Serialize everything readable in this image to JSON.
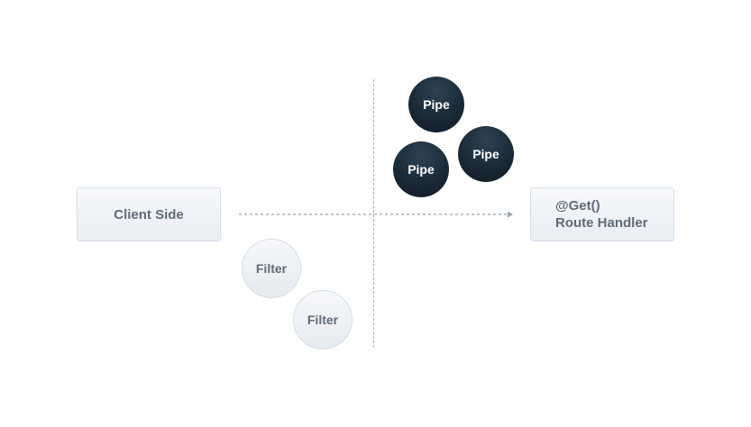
{
  "client_box": {
    "label": "Client Side"
  },
  "handler_box": {
    "decorator": "@Get()",
    "label": "Route Handler"
  },
  "pipes": [
    {
      "label": "Pipe"
    },
    {
      "label": "Pipe"
    },
    {
      "label": "Pipe"
    }
  ],
  "filters": [
    {
      "label": "Filter"
    },
    {
      "label": "Filter"
    }
  ],
  "colors": {
    "pipe_fill": "#1a2a37",
    "box_border": "#d5dde6",
    "box_text": "#5f6b77",
    "dashed_line": "#aab3bc"
  }
}
